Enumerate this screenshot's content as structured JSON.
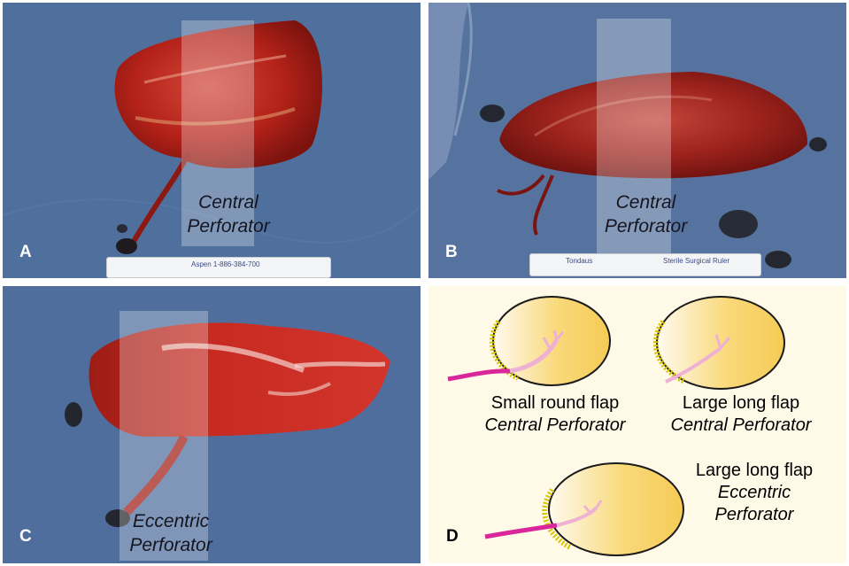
{
  "panels": {
    "a": {
      "letter": "A",
      "caption_line1": "Central",
      "caption_line2": "Perforator",
      "ruler_text": "Aspen  1-886-384-700",
      "subject": "small round flap photo"
    },
    "b": {
      "letter": "B",
      "caption_line1": "Central",
      "caption_line2": "Perforator",
      "ruler_text_left": "Tondaus",
      "ruler_text_right": "Sterile Surgical Ruler",
      "subject": "large long flap photo"
    },
    "c": {
      "letter": "C",
      "caption_line1": "Eccentric",
      "caption_line2": "Perforator",
      "subject": "large long flap photo with eccentric perforator"
    },
    "d": {
      "letter": "D",
      "diagrams": [
        {
          "title": "Small round flap",
          "subtitle": "Central Perforator"
        },
        {
          "title": "Large long flap",
          "subtitle": "Central Perforator"
        },
        {
          "title": "Large long flap",
          "subtitle_line1": "Eccentric",
          "subtitle_line2": "Perforator"
        }
      ]
    }
  },
  "colors": {
    "drape": "#4f6f9c",
    "tissue": "#b8231c",
    "pedicle_diagram": "#d9269a",
    "flap_fill": "#f7cf5a",
    "diagram_bg": "#fff9e8"
  }
}
